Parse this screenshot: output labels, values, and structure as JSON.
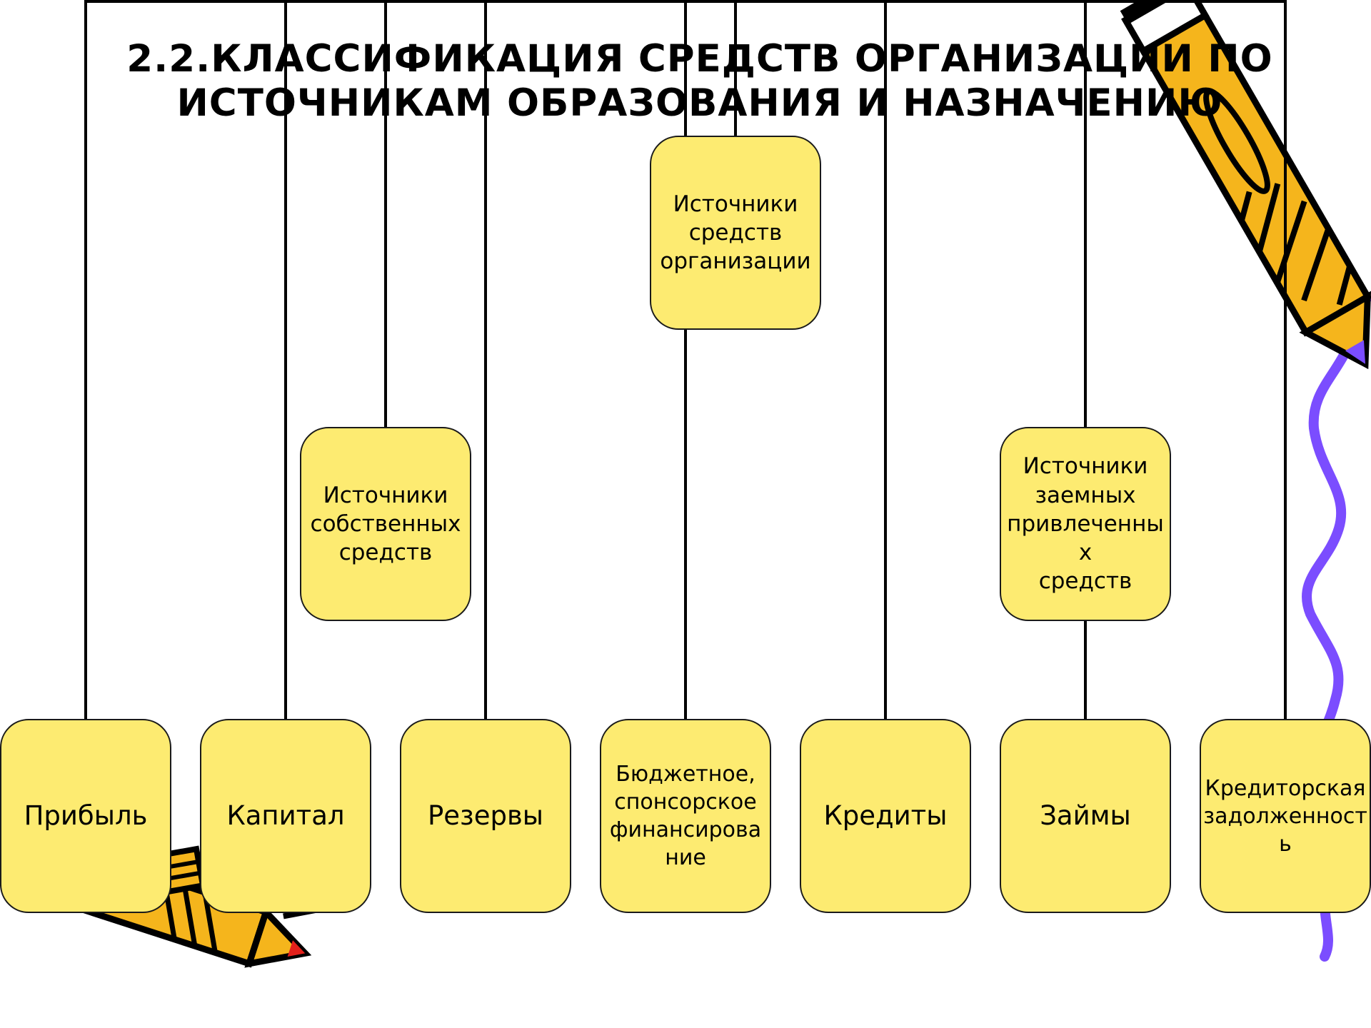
{
  "title": {
    "line1": "2.2.КЛАССИФИКАЦИЯ СРЕДСТВ ОРГАНИЗАЦИИ ПО",
    "line2": "ИСТОЧНИКАМ ОБРАЗОВАНИЯ И НАЗНАЧЕНИЮ"
  },
  "colors": {
    "node_fill": "#fdeb71",
    "node_border": "#1a1a1a",
    "connector": "#000000",
    "pencil_body": "#f5b51c",
    "pencil_shadow": "#7b4dff",
    "pencil_tip_red": "#e3201b",
    "squiggle": "#7b4dff"
  },
  "decorations": {
    "top_right": "pencil-icon",
    "bottom_left": "pencil-icon",
    "right_edge": "squiggle-line"
  },
  "diagram": {
    "root": {
      "id": "root",
      "label": "Источники\nсредств\nорганизации"
    },
    "groups": [
      {
        "id": "own",
        "label": "Источники\nсобственных\nсредств"
      },
      {
        "id": "borrowed",
        "label": "Источники\nзаемных\nпривлеченны\nх\nсредств"
      }
    ],
    "leaves": [
      {
        "id": "profit",
        "label": "Прибыль"
      },
      {
        "id": "capital",
        "label": "Капитал"
      },
      {
        "id": "reserves",
        "label": "Резервы"
      },
      {
        "id": "budget",
        "label": "Бюджетное,\nспонсорское\nфинансирова\nние"
      },
      {
        "id": "credits",
        "label": "Кредиты"
      },
      {
        "id": "loans",
        "label": "Займы"
      },
      {
        "id": "payables",
        "label": "Кредиторская\nзадолженност\nь"
      }
    ]
  }
}
